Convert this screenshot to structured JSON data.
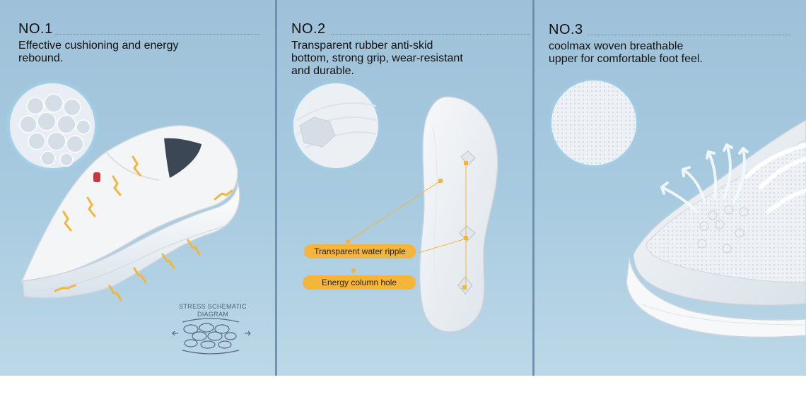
{
  "features": [
    {
      "number": "NO.1",
      "description_lines": [
        "Effective cushioning and energy",
        "rebound."
      ],
      "diagram_caption_lines": [
        "STRESS SCHEMATIC",
        "DIAGRAM"
      ]
    },
    {
      "number": "NO.2",
      "description_lines": [
        "Transparent rubber anti-skid",
        "bottom, strong grip, wear-resistant",
        "and durable."
      ],
      "tags": [
        "Transparent water ripple",
        "Energy column hole"
      ]
    },
    {
      "number": "NO.3",
      "description_lines": [
        "coolmax woven breathable",
        "upper for comfortable foot feel."
      ]
    }
  ],
  "colors": {
    "panel_top": "#9ec1d9",
    "panel_bottom": "#bcd8e8",
    "divider": "#6e93b0",
    "tag_fill": "#f5b43a",
    "arrow": "#f2b63c"
  }
}
